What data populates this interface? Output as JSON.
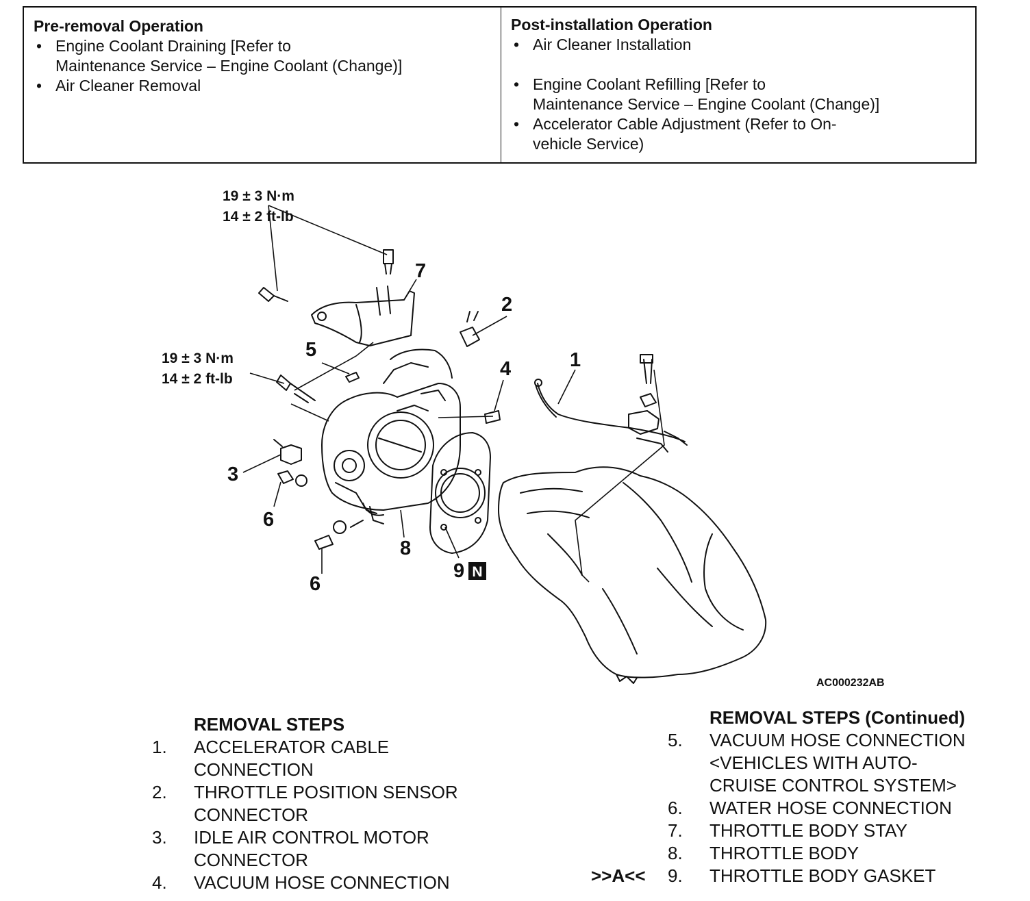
{
  "pre_removal": {
    "title": "Pre-removal Operation",
    "items": [
      {
        "line1": "Engine Coolant Draining [Refer to",
        "line2": "Maintenance Service – Engine Coolant (Change)]"
      },
      {
        "line1": "Air Cleaner Removal",
        "line2": ""
      }
    ]
  },
  "post_installation": {
    "title": "Post-installation Operation",
    "items": [
      {
        "line1": "Air Cleaner Installation",
        "line2": ""
      },
      {
        "line1": "Engine Coolant Refilling [Refer to",
        "line2": "Maintenance Service – Engine Coolant (Change)]"
      },
      {
        "line1": "Accelerator Cable Adjustment (Refer to On-",
        "line2": "vehicle Service)"
      }
    ]
  },
  "bullet": "•",
  "figure": {
    "torque_upper": {
      "nm": "19 ± 3 N·m",
      "ftlb": "14 ± 2 ft-lb"
    },
    "torque_lower": {
      "nm": "19 ± 3 N·m",
      "ftlb": "14 ± 2 ft-lb"
    },
    "callouts": {
      "c1": "1",
      "c2": "2",
      "c3": "3",
      "c4": "4",
      "c5": "5",
      "c6a": "6",
      "c6b": "6",
      "c7": "7",
      "c8": "8",
      "c9": "9"
    },
    "new_part_badge": "N",
    "figure_id": "AC000232AB"
  },
  "removal_steps": {
    "title": "REMOVAL STEPS",
    "steps": [
      {
        "num": "1.",
        "line1": "ACCELERATOR CABLE",
        "line2": "CONNECTION"
      },
      {
        "num": "2.",
        "line1": "THROTTLE POSITION SENSOR",
        "line2": "CONNECTOR"
      },
      {
        "num": "3.",
        "line1": "IDLE AIR CONTROL MOTOR",
        "line2": "CONNECTOR"
      },
      {
        "num": "4.",
        "line1": "VACUUM HOSE CONNECTION",
        "line2": ""
      }
    ]
  },
  "removal_steps_continued": {
    "title": "REMOVAL STEPS (Continued)",
    "steps": [
      {
        "num": "5.",
        "line1": "VACUUM HOSE CONNECTION",
        "line2": "<VEHICLES WITH AUTO-",
        "line3": "CRUISE CONTROL SYSTEM>"
      },
      {
        "num": "6.",
        "line1": "WATER HOSE CONNECTION"
      },
      {
        "num": "7.",
        "line1": "THROTTLE BODY STAY"
      },
      {
        "num": "8.",
        "line1": "THROTTLE BODY"
      },
      {
        "num": "9.",
        "line1": "THROTTLE BODY GASKET",
        "mark": ">>A<<"
      }
    ]
  }
}
